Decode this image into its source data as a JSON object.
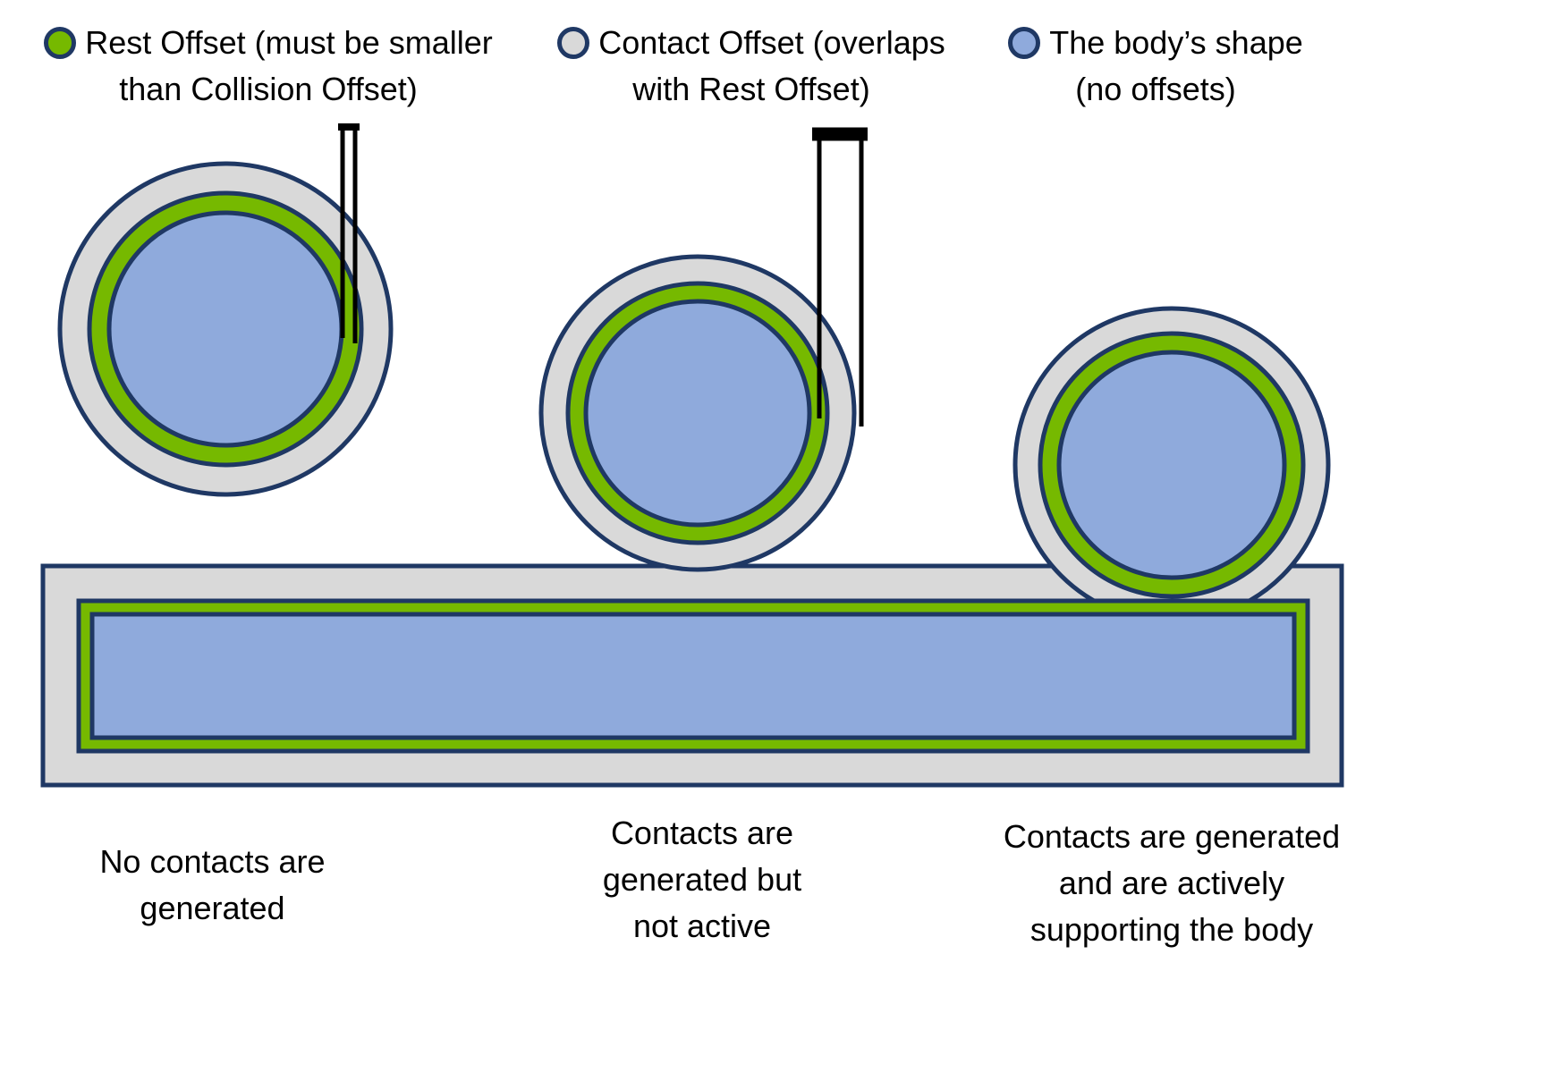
{
  "colors": {
    "outline": "#1f3864",
    "contact-gray": "#d9d9d9",
    "rest-green": "#76b900",
    "body-blue": "#8faadc",
    "bracket-black": "#000000",
    "text": "#000000",
    "background": "#ffffff"
  },
  "legend": {
    "items": [
      {
        "name": "rest-offset",
        "lines": [
          "Rest Offset (must be smaller",
          "than Collision Offset)"
        ]
      },
      {
        "name": "contact-offset",
        "lines": [
          "Contact Offset (overlaps",
          "with Rest Offset)"
        ]
      },
      {
        "name": "body-shape",
        "lines": [
          "The body’s shape",
          "(no offsets)"
        ]
      }
    ]
  },
  "captions": [
    {
      "name": "no-contacts",
      "lines": [
        "No contacts are",
        "generated"
      ]
    },
    {
      "name": "contacts-inactive",
      "lines": [
        "Contacts are",
        "generated but",
        "not active"
      ]
    },
    {
      "name": "contacts-active",
      "lines": [
        "Contacts are generated",
        "and are actively",
        "supporting the body"
      ]
    }
  ]
}
